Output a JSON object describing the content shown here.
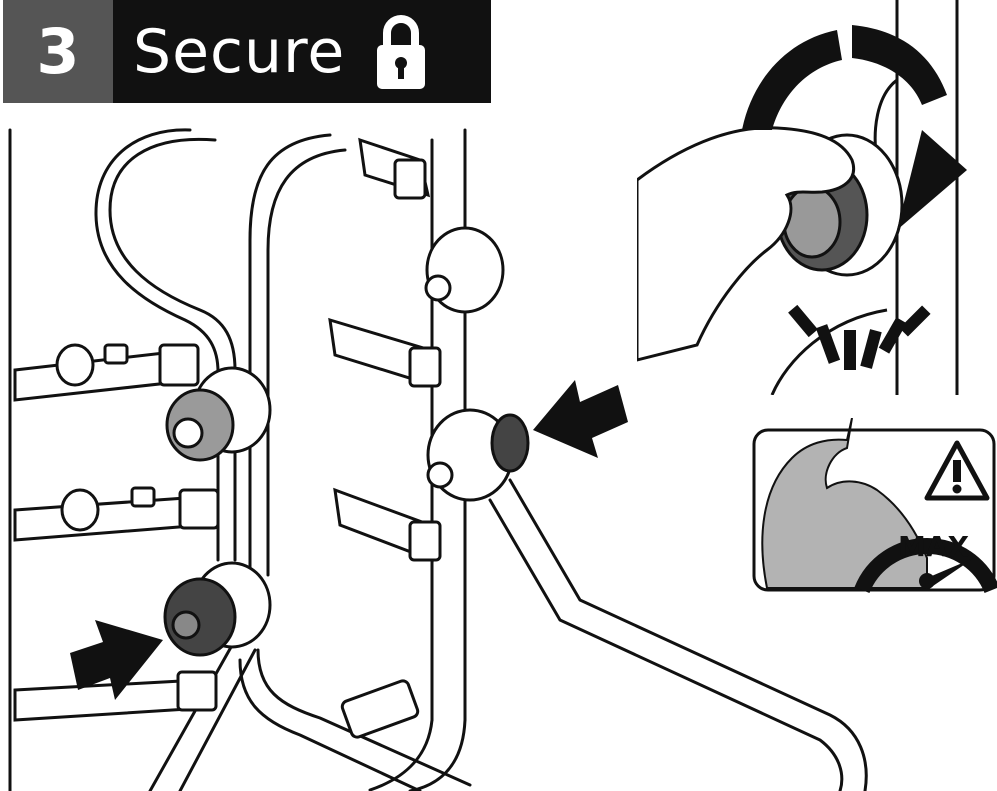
{
  "step": {
    "number": "3",
    "title": "Secure"
  },
  "icons": {
    "title_icon": "padlock-icon",
    "warning_icon": "warning-triangle-icon",
    "strength_icon": "flexed-arm-icon",
    "gauge_icon": "gauge-icon"
  },
  "gauge": {
    "label": "MAX",
    "level": 0.9
  },
  "colors": {
    "banner_number_bg": "#555555",
    "banner_title_bg": "#111111",
    "banner_text": "#ffffff",
    "arm": "#b3b3b3",
    "line": "#111111"
  }
}
